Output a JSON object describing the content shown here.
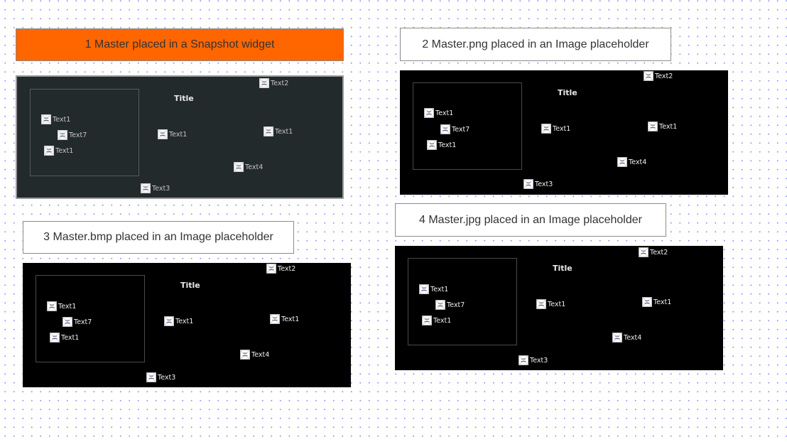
{
  "panels": [
    {
      "caption": "1 Master placed in a Snapshot widget",
      "kind": "snapshot",
      "title": "Title",
      "items": [
        {
          "label": "Text1",
          "icon": "image-placeholder-icon"
        },
        {
          "label": "Text7",
          "icon": "image-placeholder-icon"
        },
        {
          "label": "Text1",
          "icon": "image-placeholder-icon"
        },
        {
          "label": "Text1",
          "icon": "image-placeholder-icon"
        },
        {
          "label": "Text1",
          "icon": "image-placeholder-icon"
        },
        {
          "label": "Text2",
          "icon": "image-placeholder-icon"
        },
        {
          "label": "Text4",
          "icon": "image-placeholder-icon"
        },
        {
          "label": "Text3",
          "icon": "image-placeholder-icon"
        }
      ]
    },
    {
      "caption": "2 Master.png placed in an Image placeholder",
      "kind": "image",
      "title": "Title",
      "items": [
        {
          "label": "Text1",
          "icon": "image-placeholder-icon"
        },
        {
          "label": "Text7",
          "icon": "image-placeholder-icon"
        },
        {
          "label": "Text1",
          "icon": "image-placeholder-icon"
        },
        {
          "label": "Text1",
          "icon": "image-placeholder-icon"
        },
        {
          "label": "Text1",
          "icon": "image-placeholder-icon"
        },
        {
          "label": "Text2",
          "icon": "image-placeholder-icon"
        },
        {
          "label": "Text4",
          "icon": "image-placeholder-icon"
        },
        {
          "label": "Text3",
          "icon": "image-placeholder-icon"
        }
      ]
    },
    {
      "caption": "3 Master.bmp placed in an Image placeholder",
      "kind": "image",
      "title": "Title",
      "items": [
        {
          "label": "Text1",
          "icon": "image-placeholder-icon"
        },
        {
          "label": "Text7",
          "icon": "image-placeholder-icon"
        },
        {
          "label": "Text1",
          "icon": "image-placeholder-icon"
        },
        {
          "label": "Text1",
          "icon": "image-placeholder-icon"
        },
        {
          "label": "Text1",
          "icon": "image-placeholder-icon"
        },
        {
          "label": "Text2",
          "icon": "image-placeholder-icon"
        },
        {
          "label": "Text4",
          "icon": "image-placeholder-icon"
        },
        {
          "label": "Text3",
          "icon": "image-placeholder-icon"
        }
      ]
    },
    {
      "caption": "4 Master.jpg placed in an Image placeholder",
      "kind": "image",
      "title": "Title",
      "items": [
        {
          "label": "Text1",
          "icon": "image-placeholder-icon"
        },
        {
          "label": "Text7",
          "icon": "image-placeholder-icon"
        },
        {
          "label": "Text1",
          "icon": "image-placeholder-icon"
        },
        {
          "label": "Text1",
          "icon": "image-placeholder-icon"
        },
        {
          "label": "Text1",
          "icon": "image-placeholder-icon"
        },
        {
          "label": "Text2",
          "icon": "image-placeholder-icon"
        },
        {
          "label": "Text4",
          "icon": "image-placeholder-icon"
        },
        {
          "label": "Text3",
          "icon": "image-placeholder-icon"
        }
      ]
    }
  ],
  "colors": {
    "caption_highlight": "#ff6600",
    "snapshot_bg": "#232a2c",
    "image_bg": "#000000",
    "grid_dot": "#8a8ff0"
  }
}
